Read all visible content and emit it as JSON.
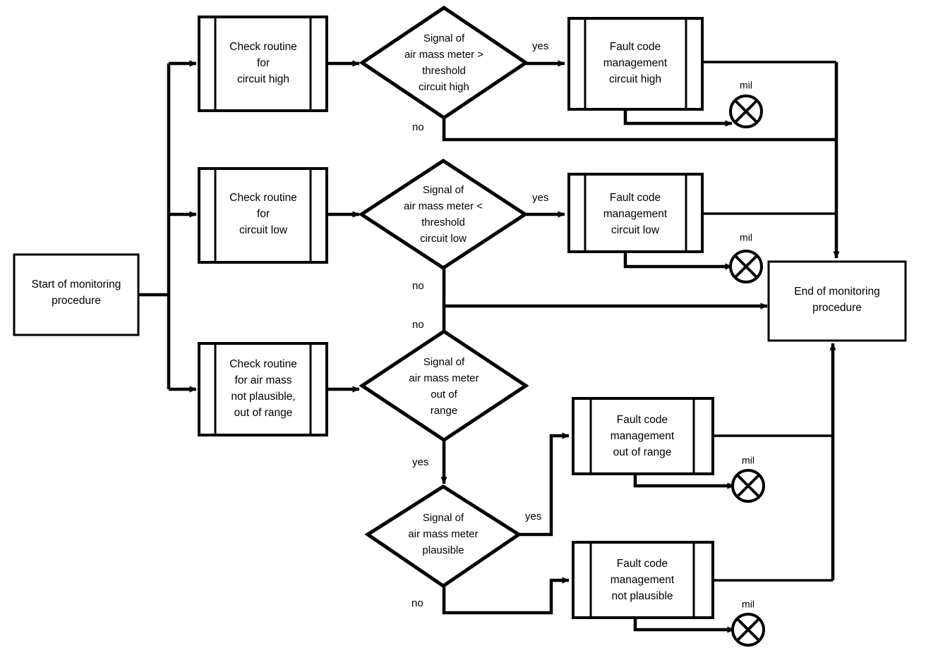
{
  "diagram": {
    "title": "Air mass meter monitoring procedure flowchart",
    "colors": {
      "stroke": "#000000",
      "fill": "#ffffff",
      "background": "#ffffff"
    },
    "nodes": {
      "start": {
        "type": "terminator",
        "label_line1": "Start of monitoring",
        "label_line2": "procedure"
      },
      "end": {
        "type": "terminator",
        "label_line1": "End of monitoring",
        "label_line2": "procedure"
      },
      "check_high": {
        "type": "predefined-process",
        "label_line1": "Check routine",
        "label_line2": "for",
        "label_line3": "circuit high"
      },
      "check_low": {
        "type": "predefined-process",
        "label_line1": "Check routine",
        "label_line2": "for",
        "label_line3": "circuit low"
      },
      "check_plaus": {
        "type": "predefined-process",
        "label_line1": "Check routine",
        "label_line2": "for air mass",
        "label_line3": "not plausible,",
        "label_line4": "out of range"
      },
      "dec_high": {
        "type": "decision",
        "label_line1": "Signal of",
        "label_line2": "air mass meter >",
        "label_line3": "threshold",
        "label_line4": "circuit high"
      },
      "dec_low": {
        "type": "decision",
        "label_line1": "Signal of",
        "label_line2": "air mass meter <",
        "label_line3": "threshold",
        "label_line4": "circuit low"
      },
      "dec_range": {
        "type": "decision",
        "label_line1": "Signal of",
        "label_line2": "air mass meter",
        "label_line3": "out of",
        "label_line4": "range"
      },
      "dec_plaus": {
        "type": "decision",
        "label_line1": "Signal of",
        "label_line2": "air mass meter",
        "label_line3": "plausible"
      },
      "fcm_high": {
        "type": "predefined-process",
        "label_line1": "Fault code",
        "label_line2": "management",
        "label_line3": "circuit high"
      },
      "fcm_low": {
        "type": "predefined-process",
        "label_line1": "Fault code",
        "label_line2": "management",
        "label_line3": "circuit low"
      },
      "fcm_range": {
        "type": "predefined-process",
        "label_line1": "Fault code",
        "label_line2": "management",
        "label_line3": "out of range"
      },
      "fcm_plaus": {
        "type": "predefined-process",
        "label_line1": "Fault code",
        "label_line2": "management",
        "label_line3": "not plausible"
      },
      "mil_high": {
        "type": "mil-lamp",
        "caption": "mil"
      },
      "mil_low": {
        "type": "mil-lamp",
        "caption": "mil"
      },
      "mil_range": {
        "type": "mil-lamp",
        "caption": "mil"
      },
      "mil_plaus": {
        "type": "mil-lamp",
        "caption": "mil"
      }
    },
    "edge_labels": {
      "high_yes": "yes",
      "high_no": "no",
      "low_yes": "yes",
      "low_no": "no",
      "to_range_no": "no",
      "range_yes": "yes",
      "plaus_yes": "yes",
      "plaus_no": "no"
    }
  }
}
